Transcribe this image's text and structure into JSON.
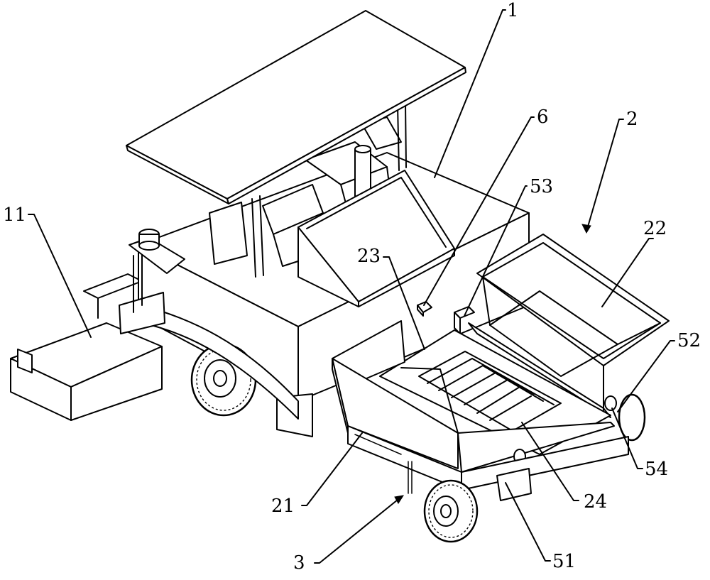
{
  "labels": {
    "n1": "1",
    "n2": "2",
    "n3": "3",
    "n6": "6",
    "n11": "11",
    "n21": "21",
    "n22": "22",
    "n23": "23",
    "n24": "24",
    "n51": "51",
    "n52": "52",
    "n53": "53",
    "n54": "54"
  }
}
